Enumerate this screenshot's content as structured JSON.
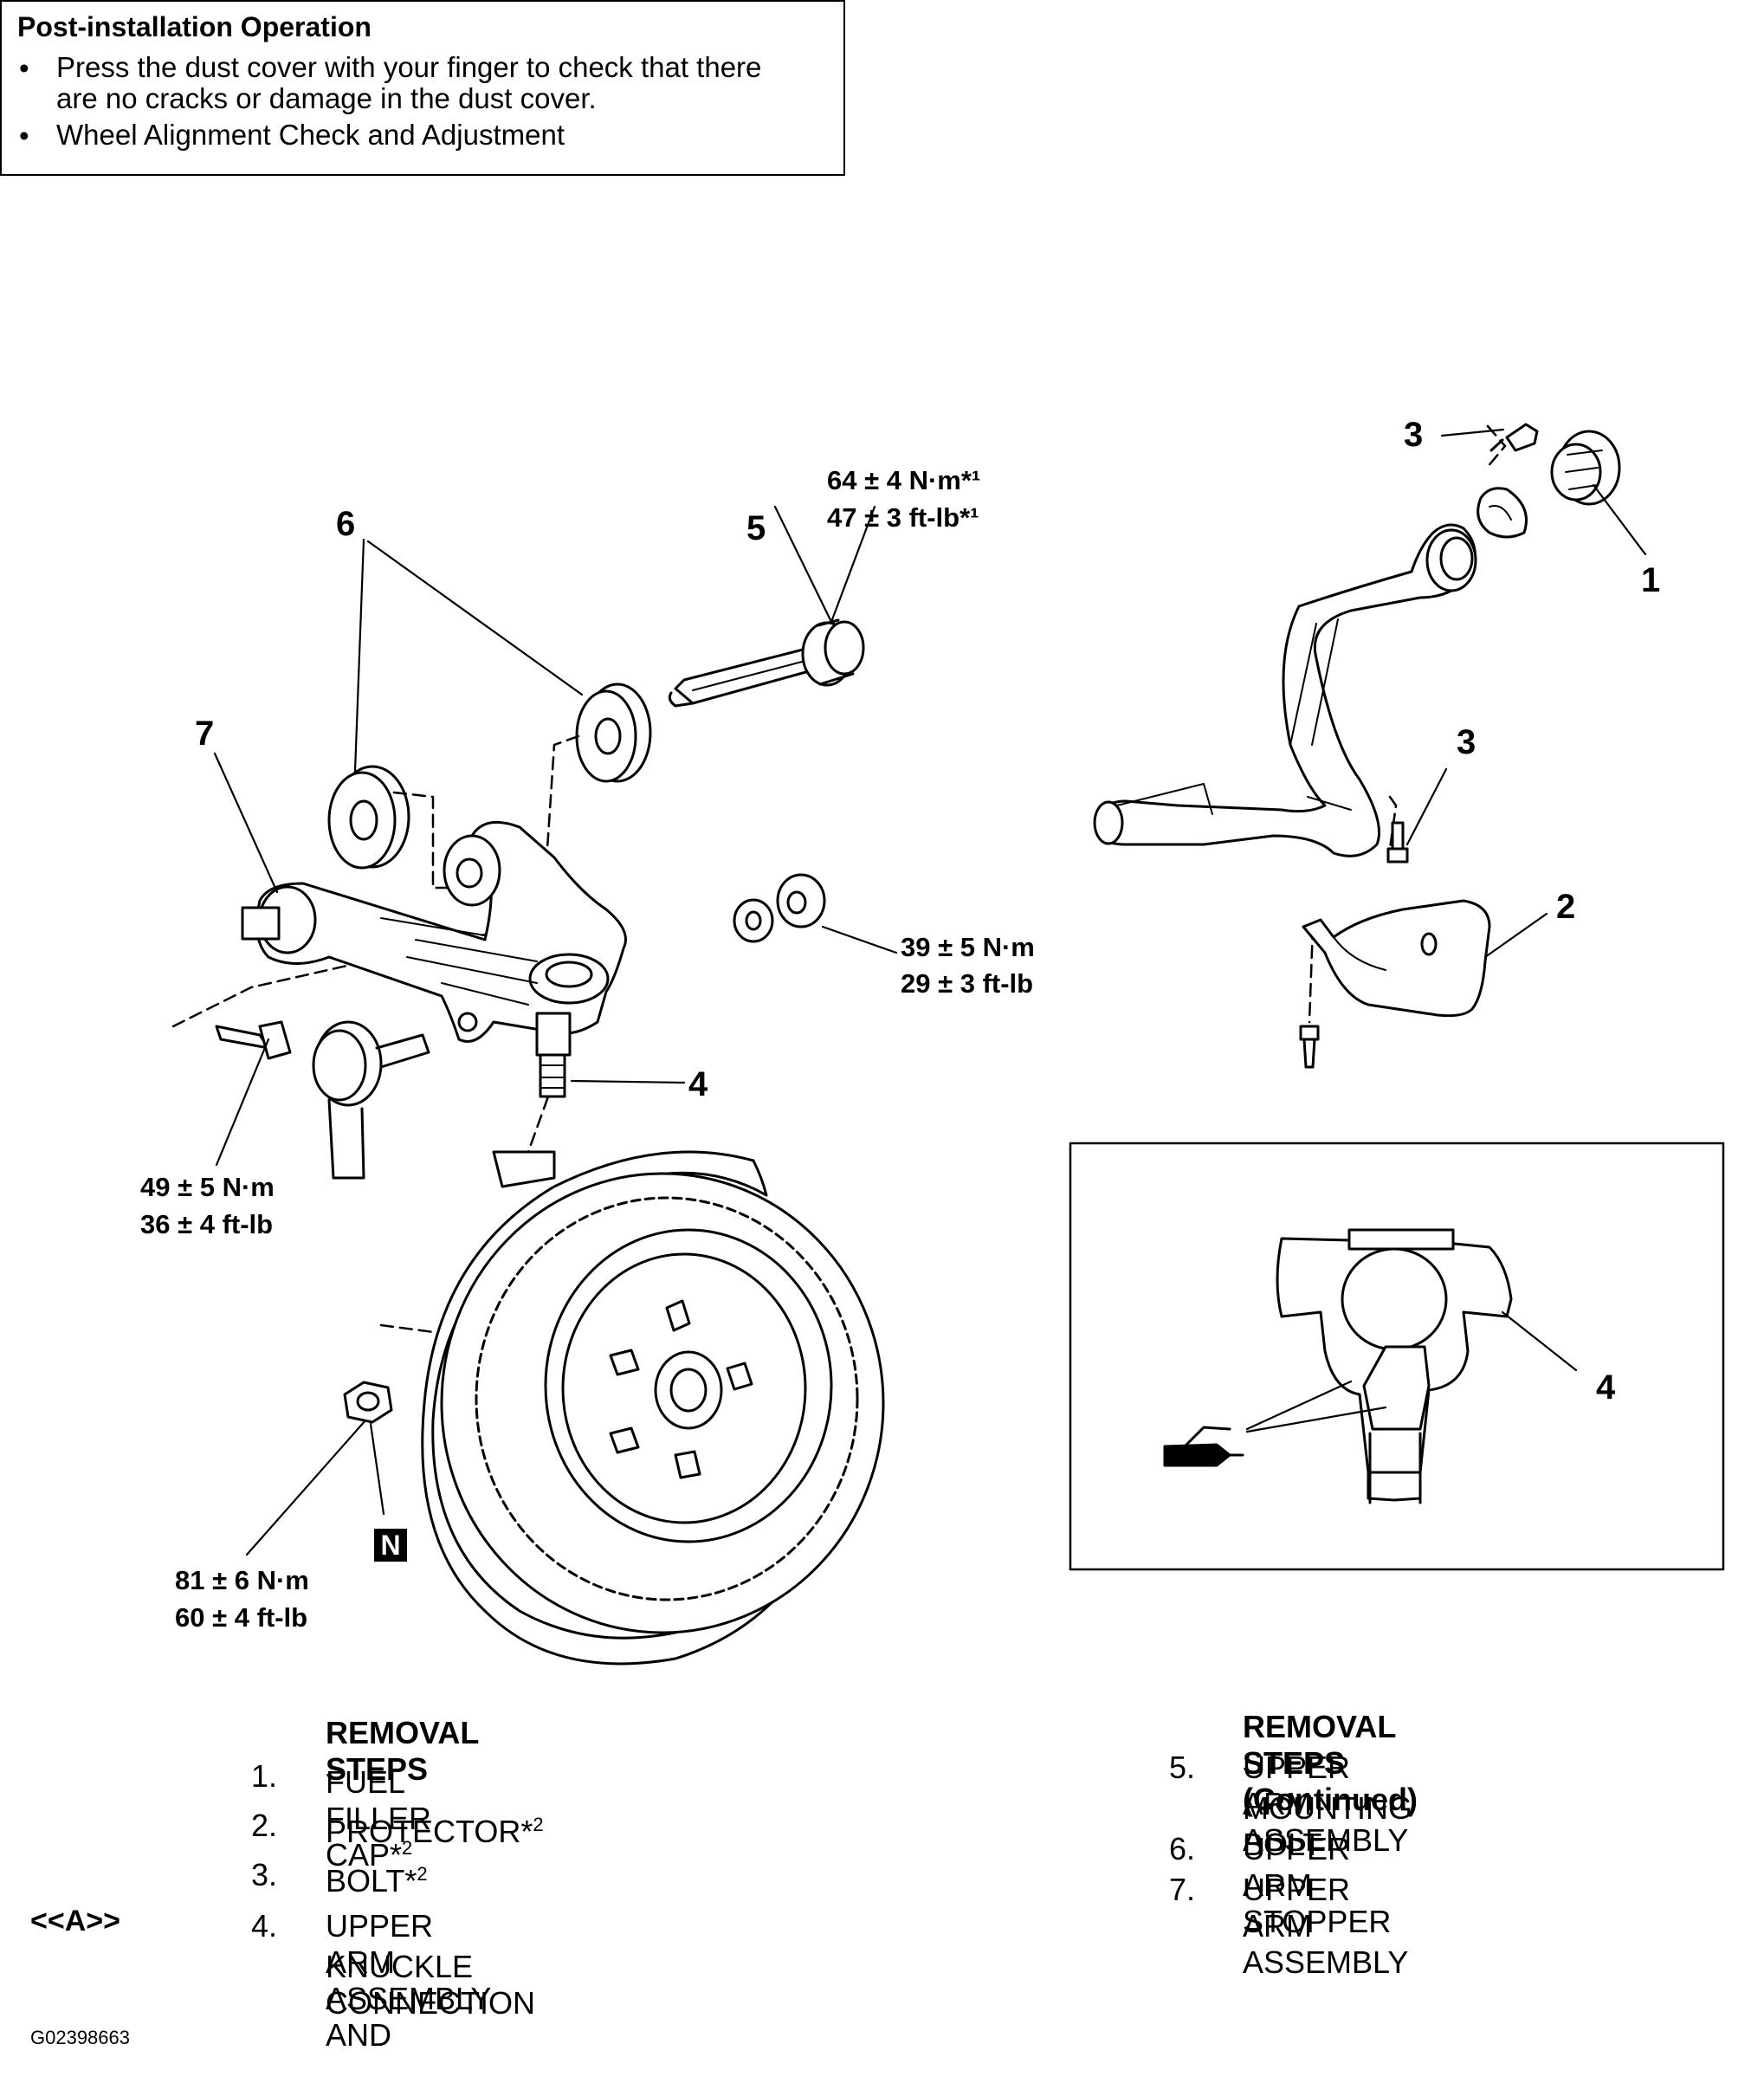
{
  "post_install": {
    "title": "Post-installation Operation",
    "bullet_1_line_1": "Press the dust cover with your finger to check that there",
    "bullet_1_line_2": "are no cracks or damage in the dust cover.",
    "bullet_2": "Wheel Alignment Check and Adjustment"
  },
  "callouts": {
    "c1": "1",
    "c2": "2",
    "c3a": "3",
    "c3b": "3",
    "c4a": "4",
    "c4b": "4",
    "c5": "5",
    "c6": "6",
    "c7": "7",
    "n_mark": "N"
  },
  "torques": {
    "bolt5_nm": "64 ± 4 N·m*¹",
    "bolt5_ftlb": "47 ± 3 ft-lb*¹",
    "nut39_nm": "39 ± 5 N·m",
    "nut39_ftlb": "29 ± 3 ft-lb",
    "bolt49_nm": "49 ± 5 N·m",
    "bolt49_ftlb": "36 ± 4 ft-lb",
    "nut81_nm": "81 ± 6 N·m",
    "nut81_ftlb": "60 ± 4 ft-lb"
  },
  "removal_steps": {
    "heading": "REMOVAL STEPS",
    "heading_continued": "REMOVAL STEPS (Continued)",
    "marker_a": "<<A>>",
    "items": [
      {
        "num": "1.",
        "text": "FUEL FILLER CAP*",
        "sup": "2"
      },
      {
        "num": "2.",
        "text": "PROTECTOR*",
        "sup": "2"
      },
      {
        "num": "3.",
        "text": "BOLT*",
        "sup": "2"
      },
      {
        "num": "4.",
        "text": "UPPER ARM ASSEMBLY AND",
        "text2": "KNUCKLE CONNECTION"
      },
      {
        "num": "5.",
        "text": "UPPER ARM ASSEMBLY",
        "text2": "MOUNTING BOLT"
      },
      {
        "num": "6.",
        "text": "UPPER ARM STOPPER"
      },
      {
        "num": "7.",
        "text": "UPPER ARM ASSEMBLY"
      }
    ]
  },
  "figure_id": "G02398663"
}
